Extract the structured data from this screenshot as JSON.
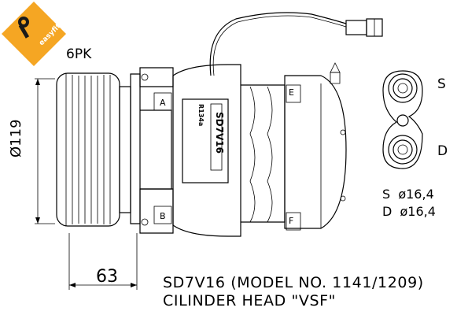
{
  "badge": {
    "text": "easyfit",
    "colors": {
      "orange": "#f5a623",
      "dark": "#1a1a1a"
    }
  },
  "labels": {
    "belt": "6PK",
    "diameter": "Ø119",
    "offset": "63",
    "port_s": "S",
    "port_d": "D",
    "size_s": "S  ø16,4",
    "size_d": "D  ø16,4",
    "model_line": "SD7V16 (MODEL NO. 1141/1209)",
    "head_line": "CILINDER HEAD \"VSF\"",
    "plate_model": "SD7V16",
    "plate_refrigerant": "R134a",
    "tag_a": "A",
    "tag_b": "B",
    "tag_e": "E",
    "tag_f": "F"
  }
}
